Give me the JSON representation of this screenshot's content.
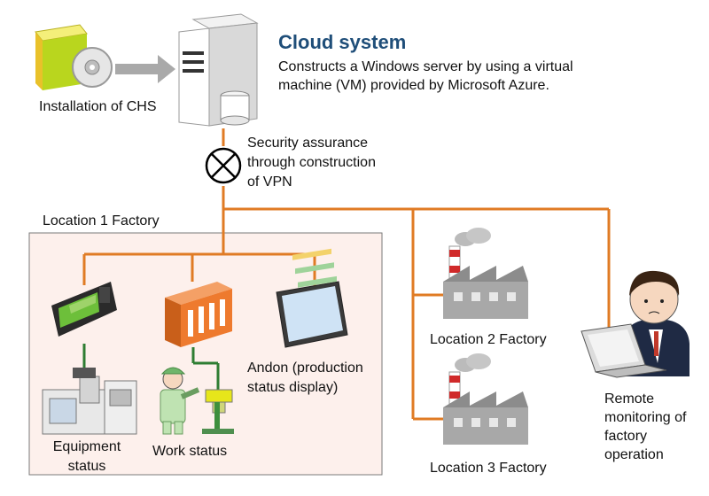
{
  "installation_label": "Installation of CHS",
  "cloud": {
    "title": "Cloud system",
    "description_line1": "Constructs a Windows server by using a virtual",
    "description_line2": "machine (VM) provided by Microsoft Azure."
  },
  "vpn": {
    "line1": "Security assurance",
    "line2": "through construction",
    "line3": "of VPN"
  },
  "location1": {
    "title": "Location 1 Factory",
    "equipment_line1": "Equipment",
    "equipment_line2": "status",
    "work_label": "Work status",
    "andon_line1": "Andon (production",
    "andon_line2": "status display)"
  },
  "location2_label": "Location 2 Factory",
  "location3_label": "Location 3 Factory",
  "remote": {
    "line1": "Remote",
    "line2": "monitoring of",
    "line3": "factory",
    "line4": "operation"
  },
  "colors": {
    "connection_line": "#e07b24",
    "device_line": "#2e7d32",
    "factory_box_fill": "#fdf0ec",
    "title_blue": "#1f4e79"
  }
}
